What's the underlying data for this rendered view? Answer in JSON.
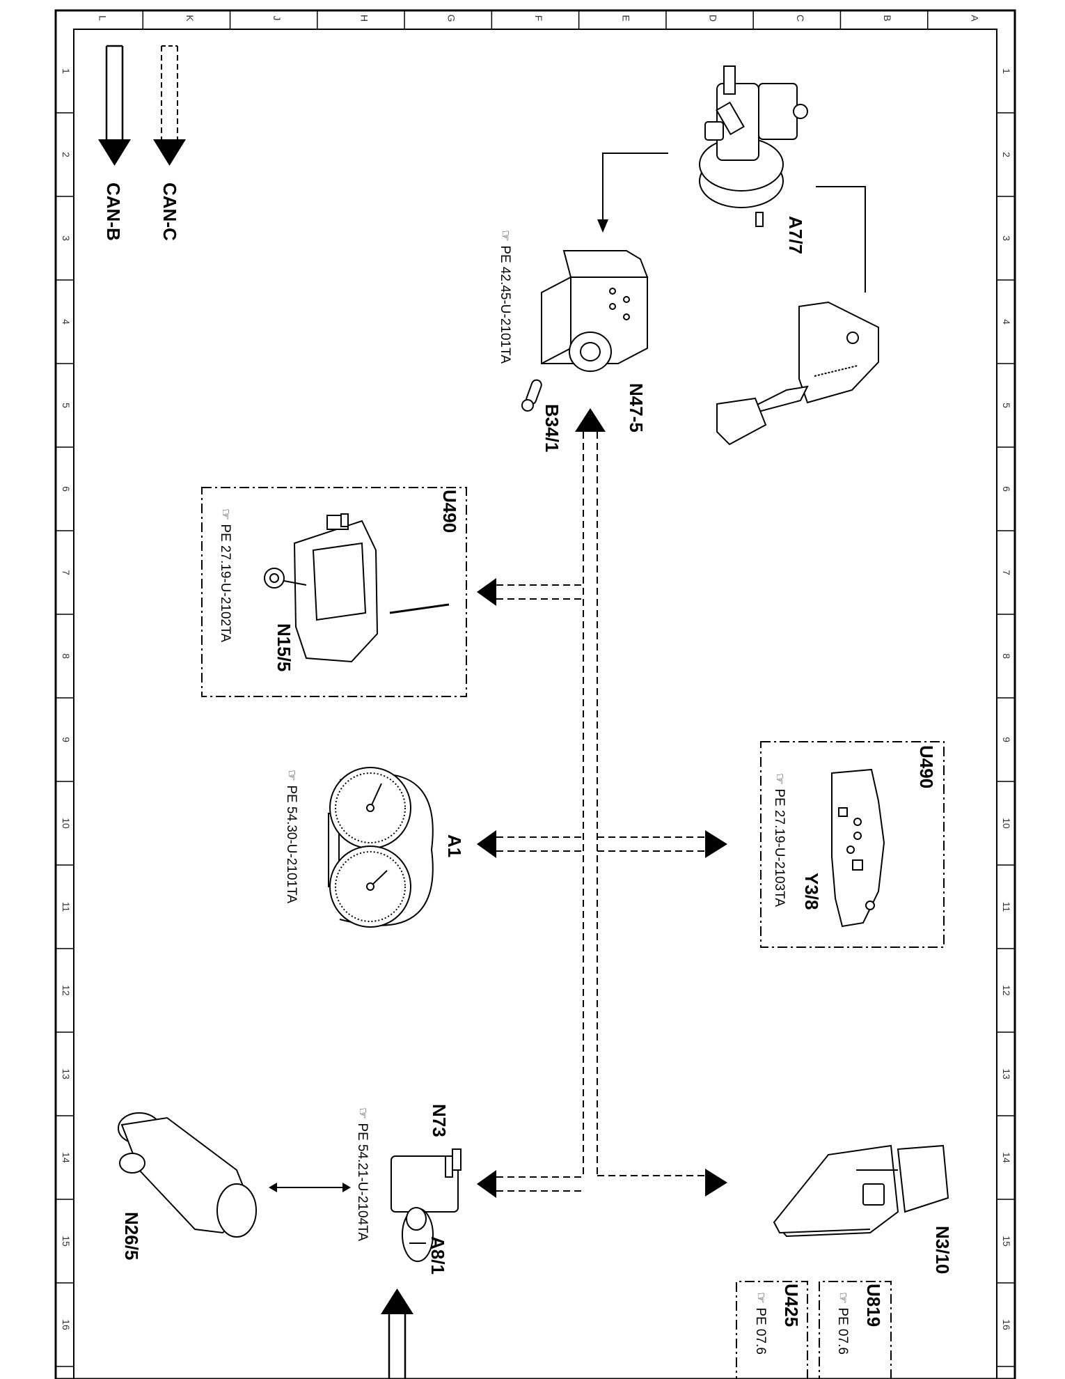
{
  "grid": {
    "columns": [
      "L",
      "K",
      "J",
      "H",
      "G",
      "F",
      "E",
      "D",
      "C",
      "B",
      "A"
    ],
    "rows": [
      "1",
      "2",
      "3",
      "4",
      "5",
      "6",
      "7",
      "8",
      "9",
      "10",
      "11",
      "12",
      "13",
      "14",
      "15",
      "16"
    ]
  },
  "legend": {
    "can_c": "CAN-C",
    "can_b": "CAN-B"
  },
  "components": {
    "a7_7": {
      "code": "A7/7"
    },
    "n47_5": {
      "code": "N47-5",
      "ref": "PE 42.45-U-2101TA"
    },
    "b34_1": {
      "code": "B34/1"
    },
    "n15_5": {
      "code": "N15/5",
      "group": "U490",
      "ref": "PE 27.19-U-2102TA"
    },
    "y3_8": {
      "code": "Y3/8",
      "group": "U490",
      "ref": "PE 27.19-U-2103TA"
    },
    "a1": {
      "code": "A1",
      "ref": "PE 54.30-U-2101TA"
    },
    "n73": {
      "code": "N73",
      "ref": "PE 54.21-U-2104TA"
    },
    "a8_1": {
      "code": "A8/1"
    },
    "n26_5": {
      "code": "N26/5"
    },
    "n3_10": {
      "code": "N3/10"
    },
    "u819": {
      "group": "U819",
      "ref": "PE 07.6"
    },
    "u425": {
      "group": "U425",
      "ref": "PE 07.6"
    }
  }
}
